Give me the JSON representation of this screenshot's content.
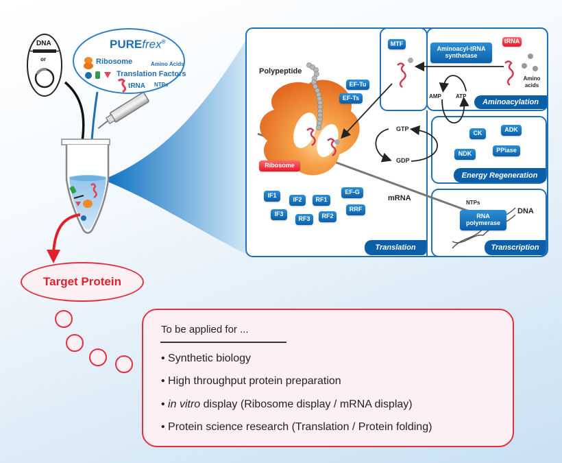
{
  "inputs": {
    "dna_label": "DNA",
    "or_label": "or",
    "kit_brand_prefix": "PURE",
    "kit_brand_suffix": "frex",
    "kit_brand_mark": "®",
    "kit_components": {
      "ribosome": "Ribosome",
      "amino_acids": "Amino Acids",
      "translation_factors": "Translation Factors",
      "trna": "tRNA",
      "ntps": "NTPs"
    }
  },
  "output": {
    "target_protein": "Target Protein"
  },
  "translation_panel": {
    "title": "Translation",
    "polypeptide_label": "Polypeptide",
    "ribosome_label": "Ribosome",
    "mrna_label": "mRNA",
    "gtp_label": "GTP",
    "gdp_label": "GDP",
    "factors": [
      "EF-Tu",
      "EF-Ts",
      "IF1",
      "IF2",
      "RF1",
      "EF-G",
      "IF3",
      "RF3",
      "RF2",
      "RRF"
    ]
  },
  "mtf_panel": {
    "label": "MTF"
  },
  "aminoacylation_panel": {
    "title": "Aminoacylation",
    "enzyme": "Aminoacyl-tRNA synthetase",
    "trna_label": "tRNA",
    "amino_acids_label": "Amino acids",
    "amp_label": "AMP",
    "atp_label": "ATP"
  },
  "energy_panel": {
    "title": "Energy Regeneration",
    "enzymes": [
      "CK",
      "ADK",
      "NDK",
      "PPiase"
    ]
  },
  "transcription_panel": {
    "title": "Transcription",
    "enzyme": "RNA polymerase",
    "ntps_label": "NTPs",
    "dna_label": "DNA"
  },
  "applications": {
    "heading": "To be applied for ...",
    "items": [
      {
        "prefix": "• ",
        "italic": "",
        "text": "Synthetic biology"
      },
      {
        "prefix": "• ",
        "italic": "",
        "text": "High throughput protein preparation"
      },
      {
        "prefix": "• ",
        "italic": "in vitro",
        "text": " display (Ribosome display / mRNA display)"
      },
      {
        "prefix": "• ",
        "italic": "",
        "text": "Protein science research (Translation / Protein folding)"
      }
    ]
  },
  "colors": {
    "brand_blue": "#0b5fa8",
    "accent_red": "#e0202c",
    "ribosome_orange": "#f0892a"
  }
}
